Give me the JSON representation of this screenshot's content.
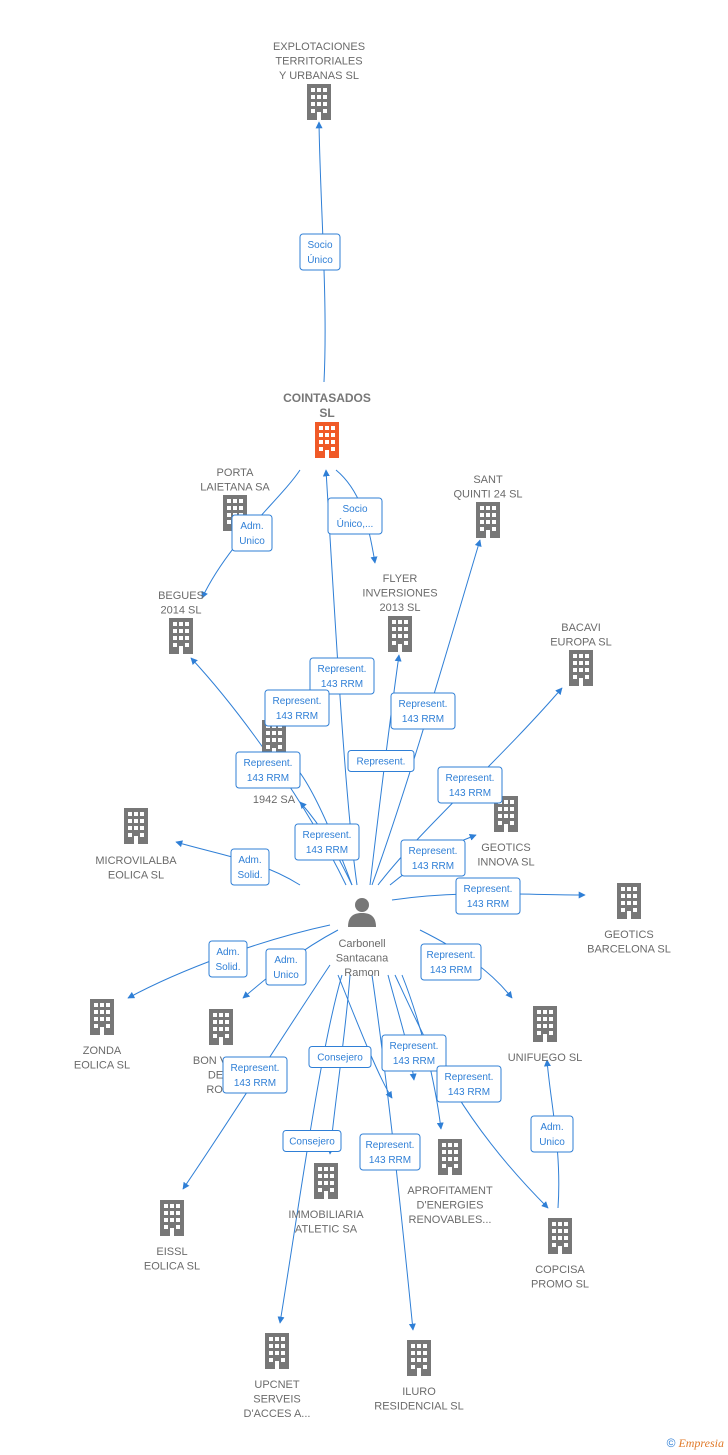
{
  "colors": {
    "edge": "#2f7fd6",
    "building": "#777777",
    "main_building": "#f05a28",
    "person": "#777777",
    "text": "#6b6b6b"
  },
  "nodes": [
    {
      "id": "explotaciones",
      "icon": "building-icon",
      "lines": [
        "EXPLOTACIONES",
        "TERRITORIALES",
        "Y URBANAS SL"
      ]
    },
    {
      "id": "cointasados",
      "icon": "building-icon",
      "main": true,
      "lines": [
        "COINTASADOS",
        "SL"
      ]
    },
    {
      "id": "porta",
      "icon": "building-icon",
      "lines": [
        "PORTA",
        "LAIETANA SA"
      ]
    },
    {
      "id": "sant",
      "icon": "building-icon",
      "lines": [
        "SANT",
        "QUINTI 24 SL"
      ]
    },
    {
      "id": "begues",
      "icon": "building-icon",
      "lines": [
        "BEGUES",
        "2014 SL"
      ]
    },
    {
      "id": "flyer",
      "icon": "building-icon",
      "lines": [
        "FLYER",
        "INVERSIONES",
        "2013  SL"
      ]
    },
    {
      "id": "bacavi",
      "icon": "building-icon",
      "lines": [
        "BACAVI",
        "EUROPA SL"
      ]
    },
    {
      "id": "inversiones",
      "icon": "building-icon",
      "lines": [
        "I       S",
        "INT        LES",
        "1942 SA"
      ]
    },
    {
      "id": "geotics_innova",
      "icon": "building-icon",
      "lines": [
        "GEOTICS",
        "INNOVA SL"
      ]
    },
    {
      "id": "microvilalba",
      "icon": "building-icon",
      "lines": [
        "MICROVILALBA",
        "EOLICA SL"
      ]
    },
    {
      "id": "geotics_bcn",
      "icon": "building-icon",
      "lines": [
        "GEOTICS",
        "BARCELONA SL"
      ]
    },
    {
      "id": "person",
      "icon": "person-icon",
      "lines": [
        "Carbonell",
        "Santacana",
        "Ramon"
      ]
    },
    {
      "id": "zonda",
      "icon": "building-icon",
      "lines": [
        "ZONDA",
        "EOLICA SL"
      ]
    },
    {
      "id": "bonvent",
      "icon": "building-icon",
      "lines": [
        "BON VENT",
        "DE R",
        "ROJA"
      ]
    },
    {
      "id": "unifuego",
      "icon": "building-icon",
      "lines": [
        "UNIFUEGO SL"
      ]
    },
    {
      "id": "aprofitament",
      "icon": "building-icon",
      "lines": [
        "APROFITAMENT",
        "D'ENERGIES",
        "RENOVABLES..."
      ]
    },
    {
      "id": "immobiliaria",
      "icon": "building-icon",
      "lines": [
        "IMMOBILIARIA",
        "ATLETIC SA"
      ]
    },
    {
      "id": "eissl",
      "icon": "building-icon",
      "lines": [
        "EISSL",
        "EOLICA  SL"
      ]
    },
    {
      "id": "copcisa",
      "icon": "building-icon",
      "lines": [
        "COPCISA",
        "PROMO SL"
      ]
    },
    {
      "id": "upcnet",
      "icon": "building-icon",
      "lines": [
        "UPCNET",
        "SERVEIS",
        "D'ACCES A..."
      ]
    },
    {
      "id": "iluro",
      "icon": "building-icon",
      "lines": [
        "ILURO",
        "RESIDENCIAL SL"
      ]
    }
  ],
  "edges": [
    {
      "id": "e1",
      "lines": [
        "Socio",
        "Único"
      ]
    },
    {
      "id": "e2",
      "lines": [
        "Adm.",
        "Unico"
      ]
    },
    {
      "id": "e3",
      "lines": [
        "Socio",
        "Único,..."
      ]
    },
    {
      "id": "e4",
      "lines": [
        "Represent.",
        "143 RRM"
      ]
    },
    {
      "id": "e5",
      "lines": [
        "Represent.",
        "143 RRM"
      ]
    },
    {
      "id": "e6",
      "lines": [
        "Represent.",
        "143 RRM"
      ]
    },
    {
      "id": "e7",
      "lines": [
        "Represent."
      ]
    },
    {
      "id": "e8",
      "lines": [
        "Represent.",
        "143 RRM"
      ]
    },
    {
      "id": "e9",
      "lines": [
        "Represent.",
        "143 RRM"
      ]
    },
    {
      "id": "e10",
      "lines": [
        "Represent.",
        "143 RRM"
      ]
    },
    {
      "id": "e11",
      "lines": [
        "Represent.",
        "143 RRM"
      ]
    },
    {
      "id": "e12",
      "lines": [
        "Adm.",
        "Solid."
      ]
    },
    {
      "id": "e13",
      "lines": [
        "Represent.",
        "143 RRM"
      ]
    },
    {
      "id": "e14",
      "lines": [
        "Adm.",
        "Solid."
      ]
    },
    {
      "id": "e15",
      "lines": [
        "Adm.",
        "Unico"
      ]
    },
    {
      "id": "e16",
      "lines": [
        "Represent.",
        "143 RRM"
      ]
    },
    {
      "id": "e17",
      "lines": [
        "Consejero"
      ]
    },
    {
      "id": "e18",
      "lines": [
        "Represent.",
        "143 RRM"
      ]
    },
    {
      "id": "e19",
      "lines": [
        "Represent.",
        "143 RRM"
      ]
    },
    {
      "id": "e20",
      "lines": [
        "Consejero"
      ]
    },
    {
      "id": "e21",
      "lines": [
        "Represent.",
        "143 RRM"
      ]
    },
    {
      "id": "e22",
      "lines": [
        "Adm.",
        "Unico"
      ]
    },
    {
      "id": "e23",
      "lines": [
        "Represent.",
        "143 RRM"
      ]
    }
  ],
  "footer": {
    "copyright": "©",
    "brand": "Empresia"
  }
}
